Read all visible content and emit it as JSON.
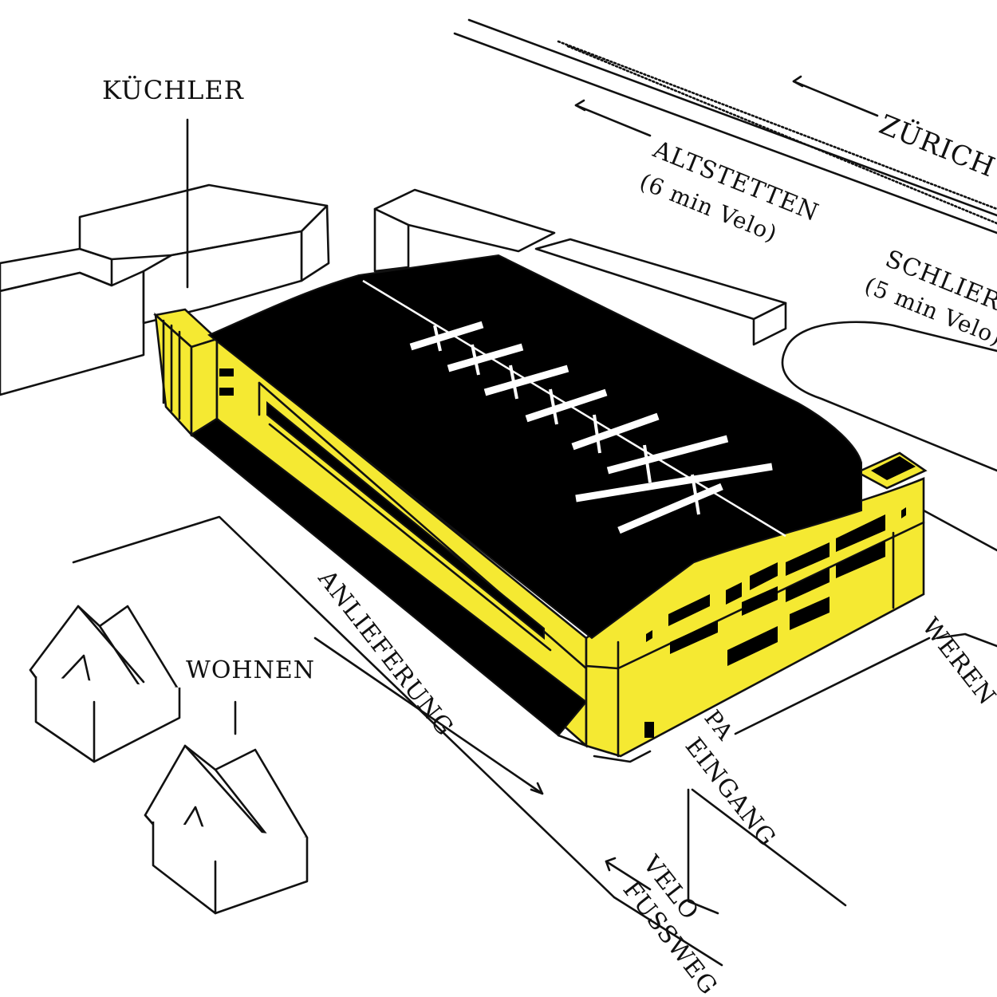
{
  "colors": {
    "building": "#f5e932",
    "roof": "#000000",
    "line": "#111111",
    "background": "#ffffff"
  },
  "labels": {
    "kuechler": "KÜCHLER",
    "wohnen": "WOHNEN",
    "anlieferung": "ANLIEFERUNG",
    "zuerich": "ZÜRICH H",
    "altstetten": "ALTSTETTEN",
    "altstetten_time": "(6 min Velo)",
    "schlieren": "SCHLIER",
    "schlieren_time": "(5 min Velo)",
    "werena": "WEREN",
    "pa": "PA",
    "eingang": "EINGANG",
    "velo": "VELO",
    "fussweg": "FUSSWEG"
  }
}
